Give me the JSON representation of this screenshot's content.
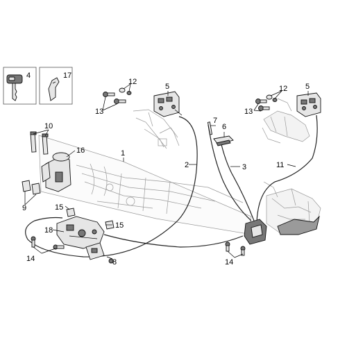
{
  "callouts": {
    "n1": "1",
    "n2": "2",
    "n3": "3",
    "n4": "4",
    "n5a": "5",
    "n5b": "5",
    "n6": "6",
    "n7": "7",
    "n8": "8",
    "n9": "9",
    "n10": "10",
    "n11": "11",
    "n12a": "12",
    "n12b": "12",
    "n13a": "13",
    "n13b": "13",
    "n14a": "14",
    "n14b": "14",
    "n15a": "15",
    "n15b": "15",
    "n16": "16",
    "n17": "17",
    "n18": "18"
  }
}
